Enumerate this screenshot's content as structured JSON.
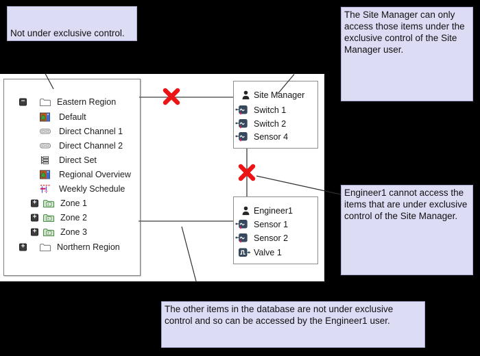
{
  "annotations": {
    "top_left": "Not under exclusive control.",
    "top_right": "The Site Manager can only access those items under the exclusive control of the Site Manager user.",
    "right": "Engineer1 cannot access the items that are under exclusive control of the Site Manager.",
    "bottom": "The other items in the database are not under exclusive control and so can be accessed by the Engineer1 user."
  },
  "tree": {
    "items": [
      {
        "label": "Eastern Region",
        "icon": "folder-icon",
        "expander": "minus"
      },
      {
        "label": "Default",
        "icon": "display-icon"
      },
      {
        "label": "Direct Channel 1",
        "icon": "channel-icon"
      },
      {
        "label": "Direct Channel 2",
        "icon": "channel-icon"
      },
      {
        "label": "Direct Set",
        "icon": "direct-set-icon"
      },
      {
        "label": "Regional Overview",
        "icon": "display-icon"
      },
      {
        "label": "Weekly Schedule",
        "icon": "schedule-icon"
      },
      {
        "label": "Zone 1",
        "icon": "zone-folder-icon",
        "expander": "plus"
      },
      {
        "label": "Zone 2",
        "icon": "zone-folder-icon",
        "expander": "plus"
      },
      {
        "label": "Zone 3",
        "icon": "zone-folder-icon",
        "expander": "plus"
      },
      {
        "label": "Northern Region",
        "icon": "folder-icon",
        "expander": "plus"
      }
    ]
  },
  "groups": [
    {
      "title": "Site Manager",
      "title_icon": "user-icon",
      "items": [
        {
          "label": "Switch 1",
          "icon": "point-icon"
        },
        {
          "label": "Switch 2",
          "icon": "point-icon"
        },
        {
          "label": "Sensor 4",
          "icon": "point-icon"
        }
      ]
    },
    {
      "title": "Engineer1",
      "title_icon": "user-icon",
      "items": [
        {
          "label": "Sensor 1",
          "icon": "point-icon"
        },
        {
          "label": "Sensor 2",
          "icon": "point-icon"
        },
        {
          "label": "Valve 1",
          "icon": "valve-icon"
        }
      ]
    }
  ],
  "colors": {
    "note_bg": "#dcdcf5",
    "cross_red": "#ec1515",
    "connector_gray": "#5f5f5f",
    "pointer_line": "#2e2e2e",
    "icon_navy": "#35485c",
    "icon_crimson": "#d61a5e",
    "zone_green": "#cfe8c8"
  }
}
